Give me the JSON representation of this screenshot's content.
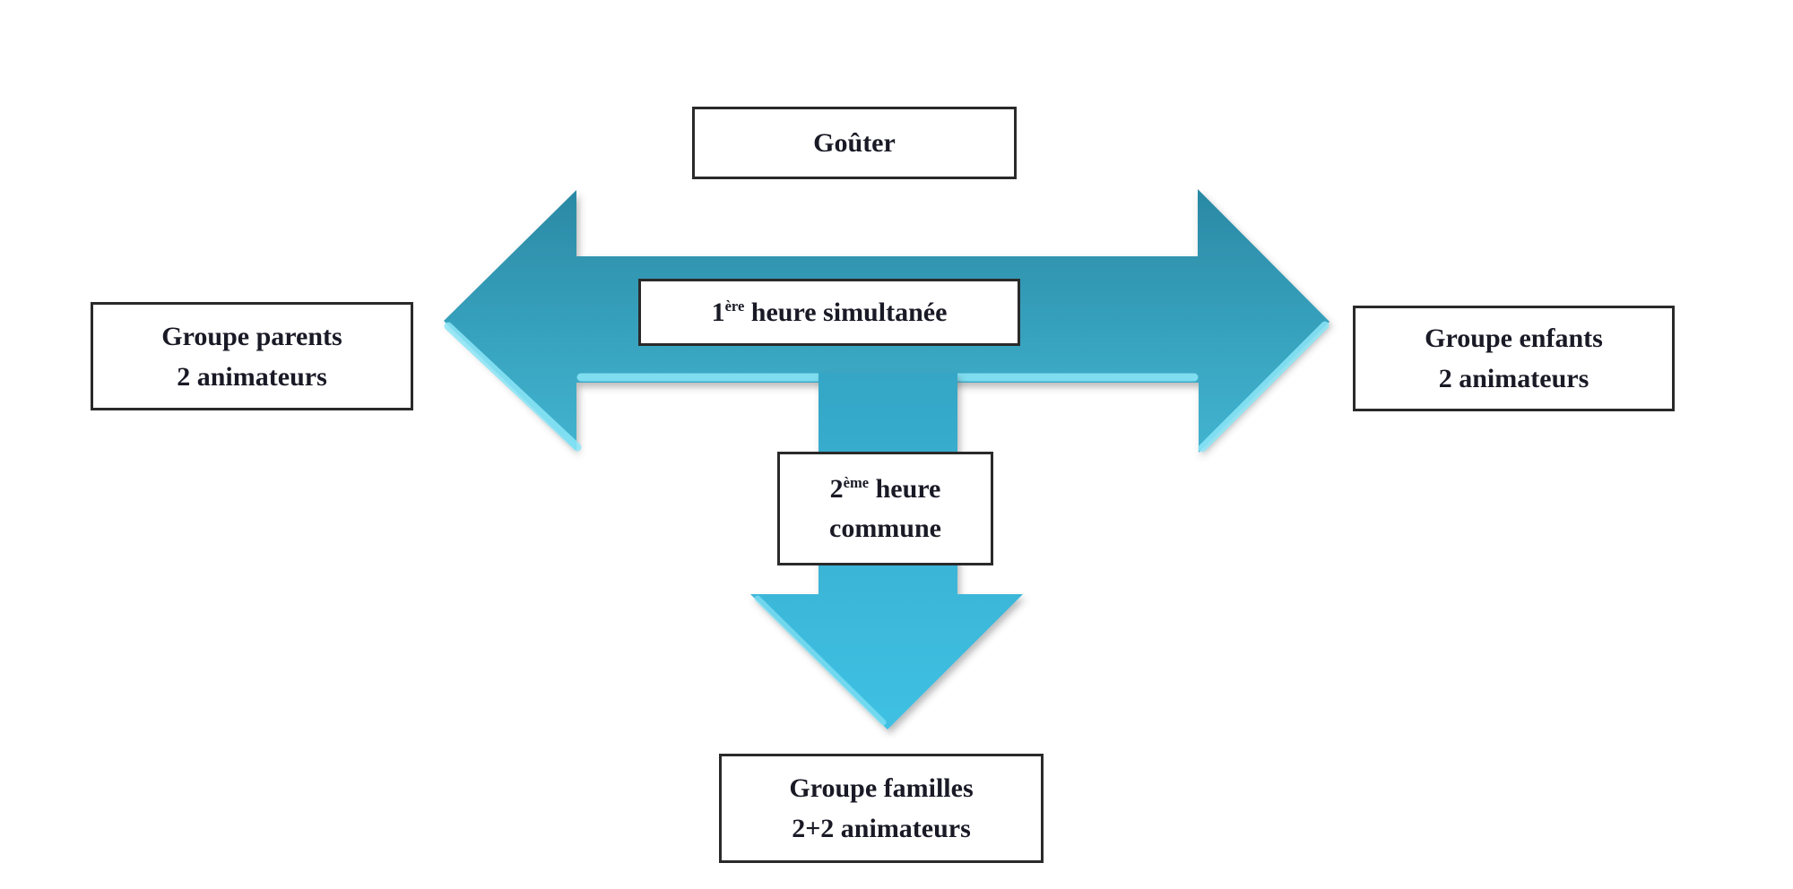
{
  "diagram": {
    "background": "#ffffff",
    "colors": {
      "arrow_teal_dark": "#2b89a4",
      "arrow_teal": "#37a2be",
      "arrow_teal_light": "#42b4d0",
      "down_arrow_top": "#35a6c6",
      "down_arrow_bottom": "#3fc1e4",
      "bevel_highlight": "#8ce6f8",
      "box_border": "#2a2a2a",
      "text": "#1a1a26"
    },
    "icons": {
      "horizontal_arrow": "left-right-double-arrow",
      "vertical_arrow": "down-arrow"
    },
    "boxes": {
      "gouter": {
        "label": "Goûter"
      },
      "first_hour": {
        "num": "1",
        "sup": "ère",
        "rest": " heure simultanée"
      },
      "parents": {
        "line1": "Groupe parents",
        "line2": "2 animateurs"
      },
      "enfants": {
        "line1": "Groupe enfants",
        "line2": "2 animateurs"
      },
      "second_hour": {
        "num": "2",
        "sup": "ème",
        "rest": " heure",
        "line2": "commune"
      },
      "familles": {
        "line1": "Groupe familles",
        "line2": "2+2 animateurs"
      }
    }
  }
}
